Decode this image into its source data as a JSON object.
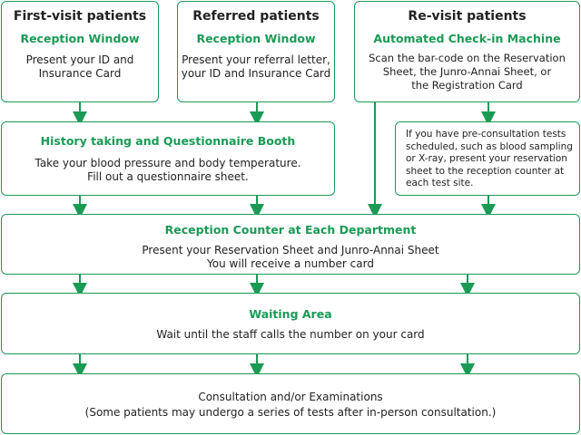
{
  "colors": {
    "accent": "#1a9a55",
    "text": "#222222",
    "border": "#1a9a55"
  },
  "first_visit": {
    "title": "First-visit patients",
    "subtitle": "Reception Window",
    "lines": [
      "Present your ID and",
      "Insurance Card"
    ]
  },
  "referred": {
    "title": "Referred patients",
    "subtitle": "Reception Window",
    "lines": [
      "Present your referral letter,",
      "your ID and Insurance Card"
    ]
  },
  "revisit": {
    "title": "Re-visit patients",
    "subtitle": "Automated Check-in Machine",
    "lines": [
      "Scan the bar-code on the Reservation",
      "Sheet, the Junro-Annai Sheet, or",
      "the Registration Card"
    ]
  },
  "history": {
    "subtitle": "History taking and Questionnaire Booth",
    "lines": [
      "Take your blood pressure and body temperature.",
      "Fill out a questionnaire sheet."
    ]
  },
  "preconsult": {
    "lines": [
      "If you have pre-consultation tests",
      "scheduled, such as blood sampling",
      "or X-ray, present your reservation",
      "sheet to the reception counter at",
      "each test site."
    ]
  },
  "reception_counter": {
    "subtitle": "Reception Counter at Each Department",
    "lines": [
      "Present your Reservation Sheet and Junro-Annai Sheet",
      "You will receive a number card"
    ]
  },
  "waiting": {
    "subtitle": "Waiting Area",
    "lines": [
      "Wait until the staff calls the number on your card"
    ]
  },
  "consultation": {
    "lines": [
      "Consultation and/or Examinations",
      "(Some patients may undergo a series of tests after in-person consultation.)"
    ]
  }
}
